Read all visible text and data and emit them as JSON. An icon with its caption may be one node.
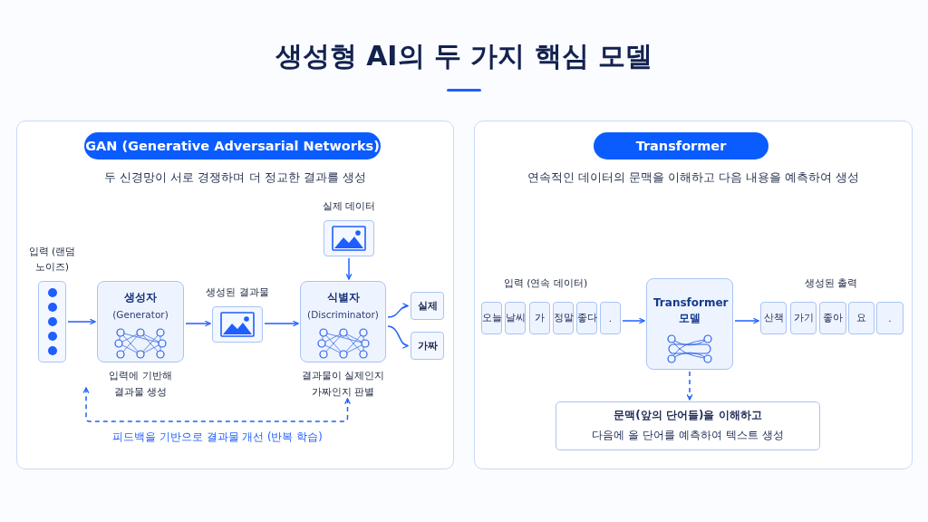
{
  "diagram": {
    "title": "생성형 AI의 두 가지 핵심 모델",
    "nodes": [
      {
        "text": [
          "두 신경망이 서로 경쟁하며 더 정교한 결과를 생성"
        ]
      },
      {
        "text": [
          "GAN (Generative Adversarial Networks)"
        ],
        "in": 0
      },
      {
        "text": [
          "입력 (랜덤 노이즈)"
        ],
        "in": 0
      },
      {
        "text": [
          "생성자",
          "(Generator)"
        ],
        "beside": [
          "입력에 기반해 결과물 생성"
        ],
        "in": 0
      },
      {
        "text": [
          "생성된 결과물"
        ],
        "in": 0
      },
      {
        "text": [
          "실제 데이터"
        ],
        "in": 0
      },
      {
        "text": [
          "식별자",
          "(Discriminator)"
        ],
        "beside": [
          "결과물이 실제인지 가짜인지 판별"
        ],
        "in": 0
      },
      {
        "text": [
          "실제"
        ],
        "in": 0
      },
      {
        "text": [
          "가짜"
        ],
        "in": 0
      },
      {
        "text": [
          "연속적인 데이터의 문맥을 이해하고 다음 내용을 예측하여 생성"
        ]
      },
      {
        "text": [
          "Transformer"
        ],
        "in": 9
      },
      {
        "text": [
          "오늘"
        ],
        "in": 9
      },
      {
        "text": [
          "날씨"
        ],
        "in": 9
      },
      {
        "text": [
          "가"
        ],
        "in": 9
      },
      {
        "text": [
          "정말"
        ],
        "in": 9
      },
      {
        "text": [
          "좋다"
        ],
        "in": 9
      },
      {
        "text": [
          "."
        ],
        "in": 9
      },
      {
        "text": [
          "Transformer 모델"
        ],
        "in": 9
      },
      {
        "text": [
          "산책"
        ],
        "in": 9
      },
      {
        "text": [
          "가기"
        ],
        "in": 9
      },
      {
        "text": [
          "좋아"
        ],
        "in": 9
      },
      {
        "text": [
          "요"
        ],
        "in": 9
      },
      {
        "text": [
          "."
        ],
        "in": 9
      },
      {
        "text": [
          "문맥(앞의 단어들)을 이해하고",
          "다음에 올 단어를 예측하여 텍스트 생성"
        ],
        "in": 9
      }
    ],
    "edges": [
      {
        "from": 2,
        "to": 3,
        "arrow": "to"
      },
      {
        "from": 3,
        "to": 4,
        "arrow": "to"
      },
      {
        "from": 4,
        "to": 6,
        "arrow": "to"
      },
      {
        "from": 5,
        "to": 6,
        "arrow": "to"
      },
      {
        "from": 6,
        "to": 7,
        "arrow": "to"
      },
      {
        "from": 6,
        "to": 8,
        "arrow": "to"
      },
      {
        "from": 6,
        "to": 3,
        "arrow": "both",
        "style": "dashed",
        "label": "피드백을 기반으로 결과물 개선 (반복 학습)"
      },
      {
        "from": 16,
        "to": 17,
        "arrow": "to"
      },
      {
        "from": 17,
        "to": 18,
        "arrow": "to"
      },
      {
        "from": 17,
        "to": 23,
        "arrow": "to",
        "style": "dashed"
      }
    ],
    "labels": [
      "입력 (연속 데이터)",
      "생성된 출력"
    ]
  }
}
